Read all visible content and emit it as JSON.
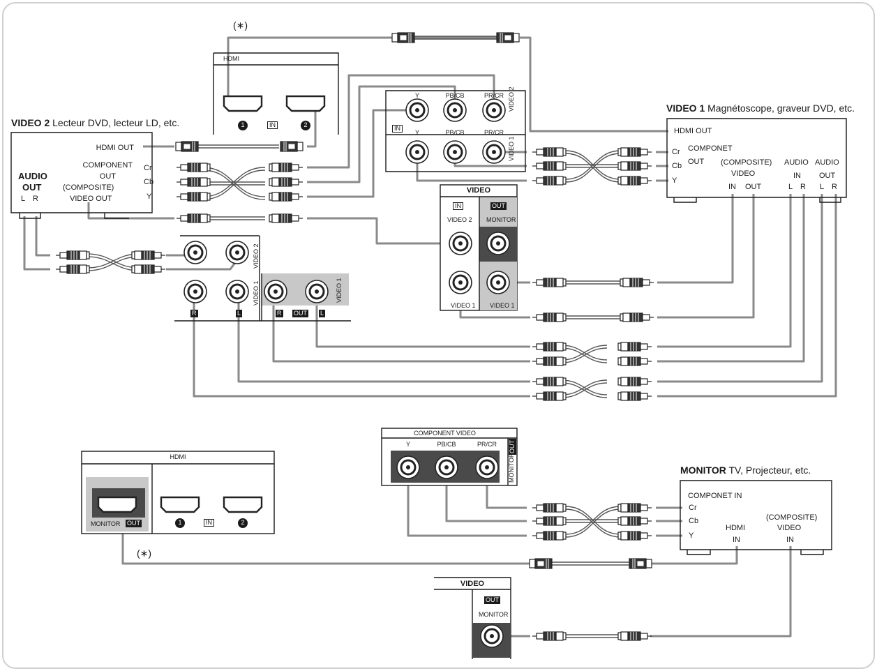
{
  "asterisk": "(∗)",
  "devices": {
    "video2": {
      "name": "VIDEO 2",
      "desc": "Lecteur DVD, lecteur LD, etc.",
      "hdmi_out": "HDMI OUT",
      "component_out_1": "COMPONENT",
      "component_out_2": "OUT",
      "audio_out_1": "AUDIO",
      "audio_out_2": "OUT",
      "audio_l": "L",
      "audio_r": "R",
      "composite_1": "(COMPOSITE)",
      "composite_2": "VIDEO OUT",
      "cr": "Cr",
      "cb": "Cb",
      "y": "Y"
    },
    "video1": {
      "name": "VIDEO 1",
      "desc": "Magnétoscope, graveur DVD, etc.",
      "hdmi_out": "HDMI OUT",
      "cr": "Cr",
      "cb": "Cb",
      "y": "Y",
      "componet": "COMPONET",
      "out": "OUT",
      "composite": "(COMPOSITE)",
      "video": "VIDEO",
      "in": "IN",
      "out2": "OUT",
      "audio_in_1": "AUDIO",
      "audio_in_2": "IN",
      "audio_out_1": "AUDIO",
      "audio_out_2": "OUT",
      "l": "L",
      "r": "R"
    },
    "monitor": {
      "name": "MONITOR",
      "desc": "TV, Projecteur, etc.",
      "componet_in": "COMPONET IN",
      "cr": "Cr",
      "cb": "Cb",
      "y": "Y",
      "hdmi": "HDMI",
      "hdmi_in": "IN",
      "composite": "(COMPOSITE)",
      "video": "VIDEO",
      "video_in": "IN"
    }
  },
  "panels": {
    "hdmi_top": {
      "title": "HDMI",
      "in": "IN",
      "n1": "1",
      "n2": "2"
    },
    "component_top": {
      "y": "Y",
      "pb": "PB/CB",
      "pr": "PR/CR",
      "in": "IN",
      "video2": "VIDEO 2",
      "video1": "VIDEO 1"
    },
    "video_panel": {
      "title": "VIDEO",
      "in": "IN",
      "out": "OUT",
      "video2": "VIDEO 2",
      "monitor": "MONITOR",
      "video1_a": "VIDEO 1",
      "video1_b": "VIDEO 1"
    },
    "audio_panel": {
      "video2": "VIDEO 2",
      "video1": "VIDEO 1",
      "video1_out": "VIDEO 1",
      "r": "R",
      "l": "L",
      "out": "OUT",
      "r2": "R",
      "l2": "L"
    },
    "hdmi_bottom": {
      "title": "HDMI",
      "monitor": "MONITOR",
      "out": "OUT",
      "in": "IN",
      "n1": "1",
      "n2": "2"
    },
    "component_bottom": {
      "title": "COMPONENT  VIDEO",
      "y": "Y",
      "pb": "PB/CB",
      "pr": "PR/CR",
      "monitor": "MONITOR",
      "out": "OUT"
    },
    "video_bottom": {
      "title": "VIDEO",
      "out": "OUT",
      "monitor": "MONITOR"
    }
  },
  "colors": {
    "line": "#1a1a1a",
    "cable": "#8a8a8a",
    "panel_gray": "#c8c8c8",
    "dark": "#4a4a4a"
  }
}
